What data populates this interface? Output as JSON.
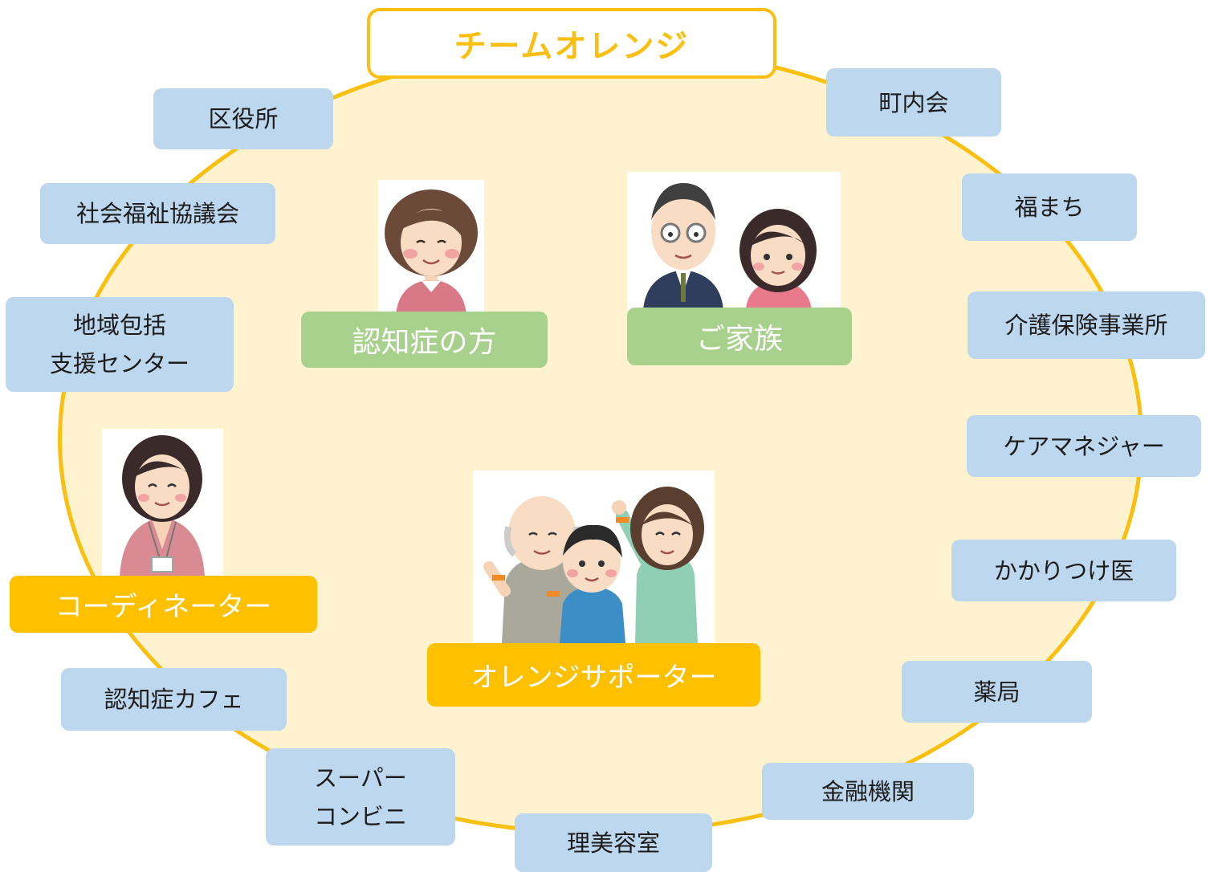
{
  "title": "チームオレンジ",
  "center": {
    "person": "認知症の方",
    "family": "ご家族",
    "coordinator": "コーディネーター",
    "supporters": "オレンジサポーター"
  },
  "organizations": {
    "ward_office": "区役所",
    "social_welfare_council": "社会福祉協議会",
    "community_support_center": [
      "地域包括",
      "支援センター"
    ],
    "dementia_cafe": "認知症カフェ",
    "supermarket_convenience": [
      "スーパー",
      "コンビニ"
    ],
    "barber_beauty_salon": "理美容室",
    "financial_institution": "金融機関",
    "pharmacy": "薬局",
    "family_doctor": "かかりつけ医",
    "care_manager": "ケアマネジャー",
    "care_insurance_office": "介護保険事業所",
    "fuku_machi": "福まち",
    "neighborhood_association": "町内会"
  },
  "colors": {
    "ring": "#f9c012",
    "ring_fill": "#fff3cf",
    "org_box": "#bdd7ee",
    "green_box": "#a9d18e",
    "orange_box": "#ffc000"
  }
}
